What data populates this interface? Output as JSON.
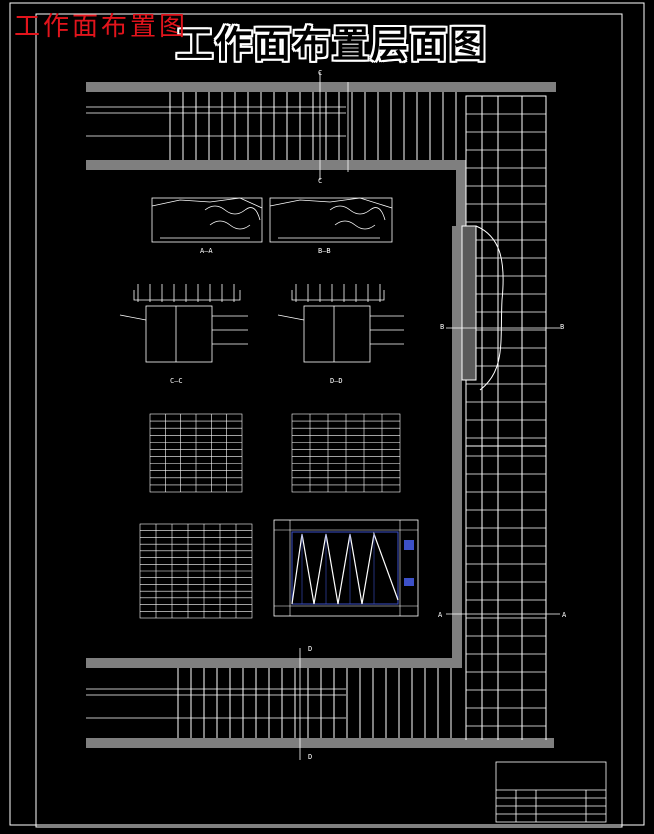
{
  "header": {
    "overlay_title": "工作面布置图",
    "drawing_title": "工作面布置层面图"
  },
  "section_markers": {
    "c_top": "C",
    "c_mid": "C",
    "b_left": "B",
    "b_right": "B",
    "a_left": "A",
    "a_right": "A",
    "d_top": "D",
    "d_bottom": "D"
  },
  "section_views": {
    "aa": "A—A",
    "bb": "B—B",
    "cc": "C—C",
    "dd": "D—D"
  },
  "colors": {
    "background": "#000000",
    "lines": "#ffffff",
    "roadway_fill": "#7f7f7f",
    "overlay_text": "#e2141c",
    "equipment": "#5a5a5a",
    "chart_bars": "#3c50c8"
  }
}
